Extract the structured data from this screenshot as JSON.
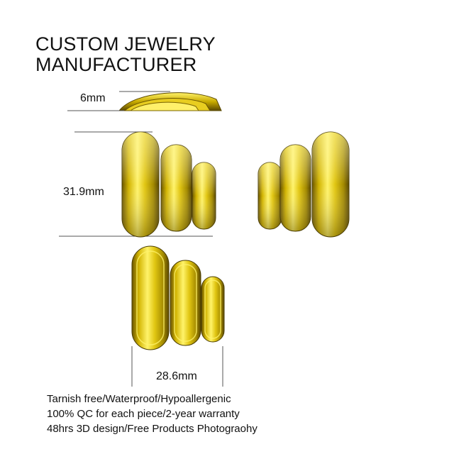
{
  "title": {
    "line1": "CUSTOM JEWELRY",
    "line2": "MANUFACTURER"
  },
  "dimensions": {
    "depth": "6mm",
    "height": "31.9mm",
    "width": "28.6mm"
  },
  "features": [
    "Tarnish free/Waterproof/Hypoallergenic",
    "100% QC for each piece/2-year warranty",
    "48hrs 3D design/Free Products Photograohy"
  ],
  "colors": {
    "gold_light": "#fff36a",
    "gold_mid": "#e1c612",
    "gold_dark": "#6a5500",
    "dimension_line": "#555555"
  }
}
